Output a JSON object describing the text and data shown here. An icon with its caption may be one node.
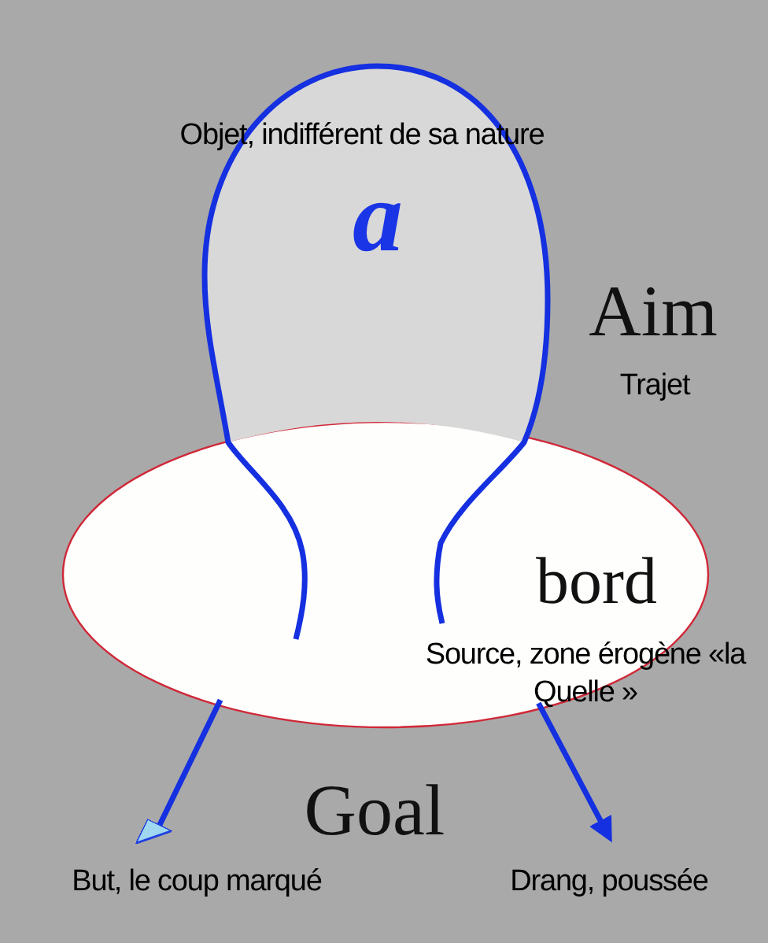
{
  "diagram": {
    "nodes": [
      {
        "text": [
          "a"
        ]
      },
      {
        "text": [
          "bord",
          "Source, zone érogène «la Quelle »"
        ]
      }
    ],
    "edges": [
      {
        "from": 1,
        "to": null,
        "arrow": "to"
      },
      {
        "from": 1,
        "to": null,
        "arrow": "to"
      }
    ],
    "labels": [
      "Objet, indifférent de sa nature",
      "Aim",
      "Trajet",
      "Goal",
      "But, le coup marqué",
      "Drang, poussée"
    ]
  }
}
